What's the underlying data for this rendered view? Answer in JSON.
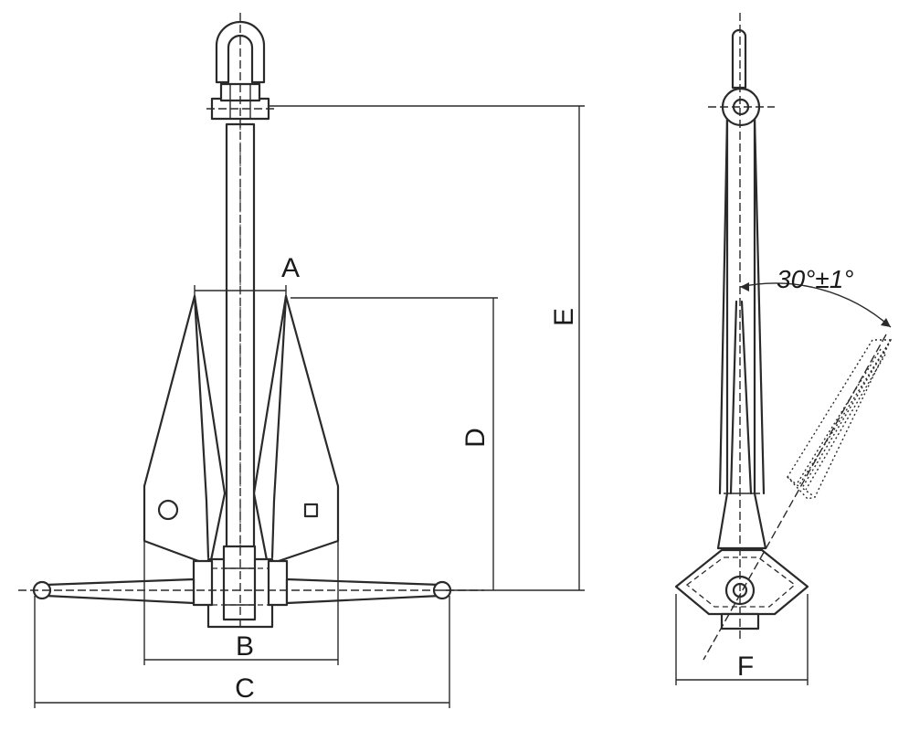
{
  "dimensions": {
    "a": "A",
    "b": "B",
    "c": "C",
    "d": "D",
    "e": "E",
    "f": "F"
  },
  "angle": "30°±1°"
}
